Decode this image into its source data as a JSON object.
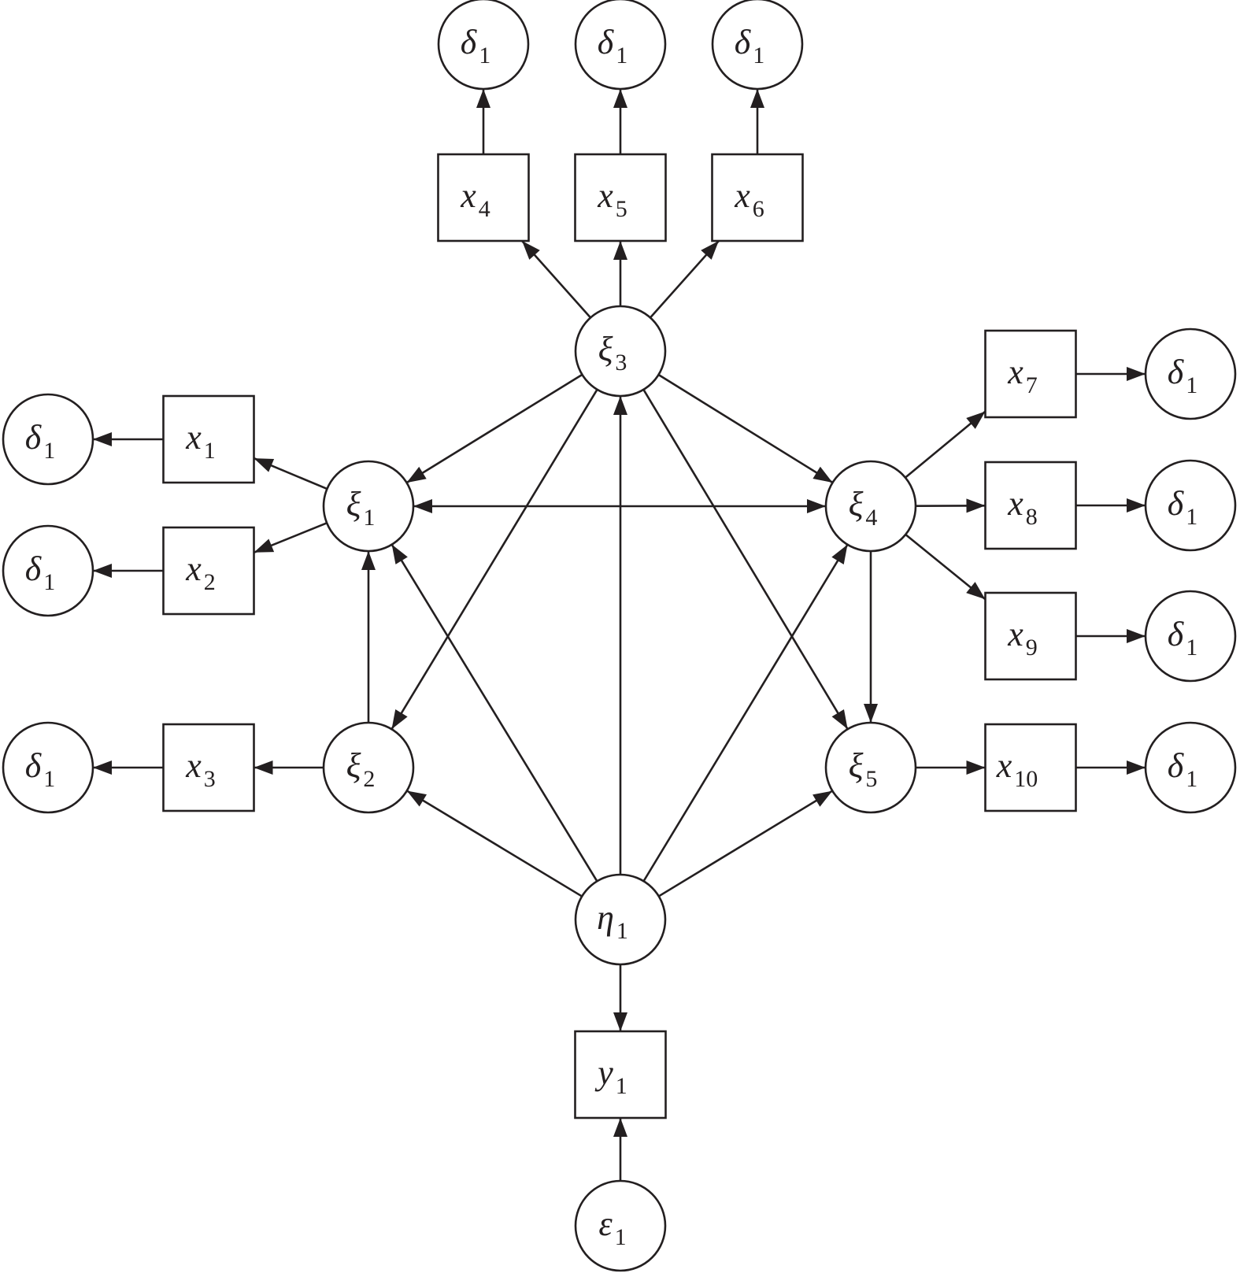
{
  "colors": {
    "stroke": "#231f20",
    "background": "#ffffff"
  },
  "nodes": [
    {
      "id": "d4",
      "shape": "circle",
      "symbol": "δ",
      "sub": "1"
    },
    {
      "id": "d5",
      "shape": "circle",
      "symbol": "δ",
      "sub": "1"
    },
    {
      "id": "d6",
      "shape": "circle",
      "symbol": "δ",
      "sub": "1"
    },
    {
      "id": "x4",
      "shape": "box",
      "symbol": "x",
      "sub": "4"
    },
    {
      "id": "x5",
      "shape": "box",
      "symbol": "x",
      "sub": "5"
    },
    {
      "id": "x6",
      "shape": "box",
      "symbol": "x",
      "sub": "6"
    },
    {
      "id": "xi3",
      "shape": "circle",
      "symbol": "ξ",
      "sub": "3"
    },
    {
      "id": "d1",
      "shape": "circle",
      "symbol": "δ",
      "sub": "1"
    },
    {
      "id": "d2",
      "shape": "circle",
      "symbol": "δ",
      "sub": "1"
    },
    {
      "id": "d3",
      "shape": "circle",
      "symbol": "δ",
      "sub": "1"
    },
    {
      "id": "x1",
      "shape": "box",
      "symbol": "x",
      "sub": "1"
    },
    {
      "id": "x2",
      "shape": "box",
      "symbol": "x",
      "sub": "2"
    },
    {
      "id": "x3",
      "shape": "box",
      "symbol": "x",
      "sub": "3"
    },
    {
      "id": "xi1",
      "shape": "circle",
      "symbol": "ξ",
      "sub": "1"
    },
    {
      "id": "xi2",
      "shape": "circle",
      "symbol": "ξ",
      "sub": "2"
    },
    {
      "id": "xi4",
      "shape": "circle",
      "symbol": "ξ",
      "sub": "4"
    },
    {
      "id": "xi5",
      "shape": "circle",
      "symbol": "ξ",
      "sub": "5"
    },
    {
      "id": "x7",
      "shape": "box",
      "symbol": "x",
      "sub": "7"
    },
    {
      "id": "x8",
      "shape": "box",
      "symbol": "x",
      "sub": "8"
    },
    {
      "id": "x9",
      "shape": "box",
      "symbol": "x",
      "sub": "9"
    },
    {
      "id": "x10",
      "shape": "box",
      "symbol": "x",
      "sub": "10"
    },
    {
      "id": "d7",
      "shape": "circle",
      "symbol": "δ",
      "sub": "1"
    },
    {
      "id": "d8",
      "shape": "circle",
      "symbol": "δ",
      "sub": "1"
    },
    {
      "id": "d9",
      "shape": "circle",
      "symbol": "δ",
      "sub": "1"
    },
    {
      "id": "d10",
      "shape": "circle",
      "symbol": "δ",
      "sub": "1"
    },
    {
      "id": "eta1",
      "shape": "circle",
      "symbol": "η",
      "sub": "1"
    },
    {
      "id": "y1",
      "shape": "box",
      "symbol": "y",
      "sub": "1"
    },
    {
      "id": "eps1",
      "shape": "circle",
      "symbol": "ε",
      "sub": "1"
    }
  ],
  "edges": [
    {
      "from": "xi3",
      "to": "x4"
    },
    {
      "from": "xi3",
      "to": "x5"
    },
    {
      "from": "xi3",
      "to": "x6"
    },
    {
      "from": "x4",
      "to": "d4"
    },
    {
      "from": "x5",
      "to": "d5"
    },
    {
      "from": "x6",
      "to": "d6"
    },
    {
      "from": "xi1",
      "to": "x1"
    },
    {
      "from": "xi1",
      "to": "x2"
    },
    {
      "from": "x1",
      "to": "d1"
    },
    {
      "from": "x2",
      "to": "d2"
    },
    {
      "from": "xi2",
      "to": "x3"
    },
    {
      "from": "x3",
      "to": "d3"
    },
    {
      "from": "xi2",
      "to": "xi1"
    },
    {
      "from": "xi3",
      "to": "xi1"
    },
    {
      "from": "xi3",
      "to": "xi4"
    },
    {
      "from": "xi3",
      "to": "xi2"
    },
    {
      "from": "xi3",
      "to": "xi5"
    },
    {
      "from": "xi1",
      "to": "xi4",
      "both": true
    },
    {
      "from": "xi4",
      "to": "x7"
    },
    {
      "from": "xi4",
      "to": "x8"
    },
    {
      "from": "xi4",
      "to": "x9"
    },
    {
      "from": "xi4",
      "to": "xi5"
    },
    {
      "from": "xi5",
      "to": "x10"
    },
    {
      "from": "x7",
      "to": "d7"
    },
    {
      "from": "x8",
      "to": "d8"
    },
    {
      "from": "x9",
      "to": "d9"
    },
    {
      "from": "x10",
      "to": "d10"
    },
    {
      "from": "eta1",
      "to": "xi1"
    },
    {
      "from": "eta1",
      "to": "xi2"
    },
    {
      "from": "eta1",
      "to": "xi3"
    },
    {
      "from": "eta1",
      "to": "xi4"
    },
    {
      "from": "eta1",
      "to": "xi5"
    },
    {
      "from": "eta1",
      "to": "y1"
    },
    {
      "from": "eps1",
      "to": "y1"
    }
  ]
}
